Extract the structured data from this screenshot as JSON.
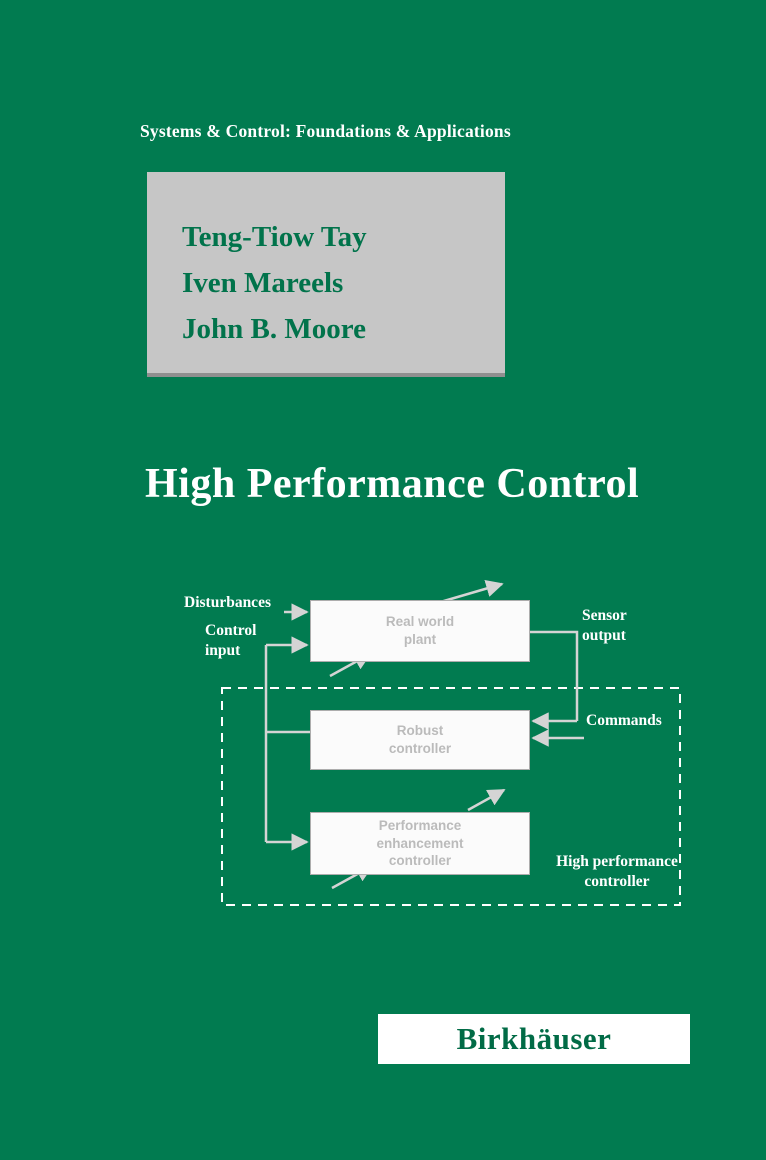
{
  "cover": {
    "series_title": "Systems & Control: Foundations & Applications",
    "authors": [
      "Teng-Tiow Tay",
      "Iven Mareels",
      "John B. Moore"
    ],
    "title": "High Performance Control",
    "publisher": "Birkhäuser",
    "colors": {
      "background_green": "#017B50",
      "author_box_gray": "#C6C6C6",
      "author_text_green": "#01734B",
      "title_text": "#FFFFFF",
      "diagram_line_gray": "#D4D4D4",
      "diagram_box_text_gray": "#BBBBBB",
      "publisher_text_green": "#016B46"
    }
  },
  "diagram": {
    "plant": {
      "line1": "Real world",
      "line2": "plant"
    },
    "robust": {
      "line1": "Robust",
      "line2": "controller"
    },
    "perf": {
      "line1": "Performance",
      "line2": "enhancement",
      "line3": "controller"
    },
    "labels": {
      "disturbances": "Disturbances",
      "control_line1": "Control",
      "control_line2": "input",
      "sensor_line1": "Sensor",
      "sensor_line2": "output",
      "commands": "Commands",
      "high_perf_line1": "High performance",
      "high_perf_line2": "controller"
    }
  }
}
